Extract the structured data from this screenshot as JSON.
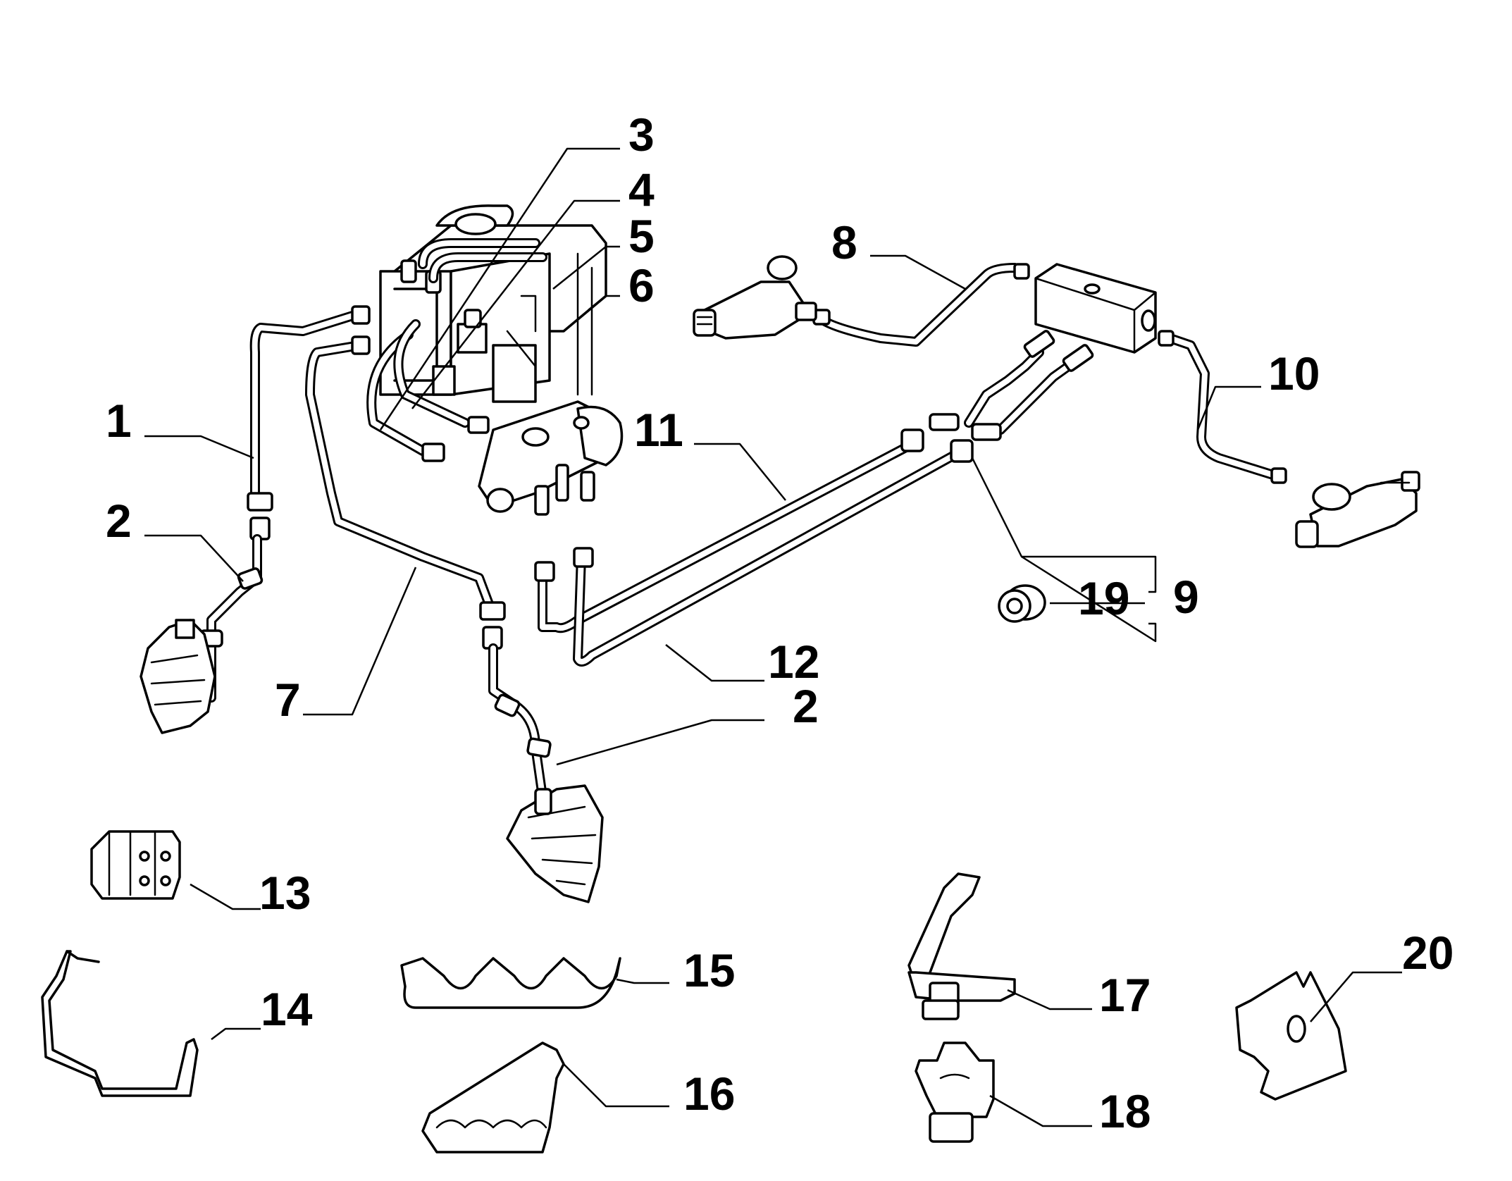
{
  "diagram": {
    "callouts": [
      {
        "id": "c1",
        "label": "1"
      },
      {
        "id": "c2a",
        "label": "2"
      },
      {
        "id": "c3",
        "label": "3"
      },
      {
        "id": "c4",
        "label": "4"
      },
      {
        "id": "c5",
        "label": "5"
      },
      {
        "id": "c6",
        "label": "6"
      },
      {
        "id": "c7",
        "label": "7"
      },
      {
        "id": "c8",
        "label": "8"
      },
      {
        "id": "c9",
        "label": "9"
      },
      {
        "id": "c10",
        "label": "10"
      },
      {
        "id": "c11",
        "label": "11"
      },
      {
        "id": "c12",
        "label": "12"
      },
      {
        "id": "c2b",
        "label": "2"
      },
      {
        "id": "c13",
        "label": "13"
      },
      {
        "id": "c14",
        "label": "14"
      },
      {
        "id": "c15",
        "label": "15"
      },
      {
        "id": "c16",
        "label": "16"
      },
      {
        "id": "c17",
        "label": "17"
      },
      {
        "id": "c18",
        "label": "18"
      },
      {
        "id": "c19",
        "label": "19"
      },
      {
        "id": "c20",
        "label": "20"
      }
    ]
  },
  "colors": {
    "line": "#000000",
    "background": "#ffffff"
  }
}
